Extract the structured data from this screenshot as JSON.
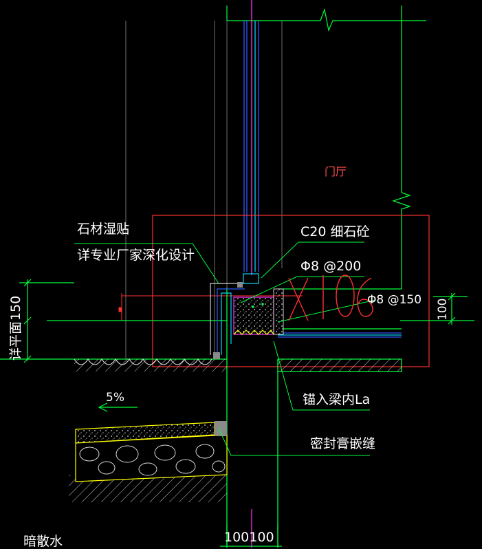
{
  "labels": {
    "room": "门厅",
    "stone_1": "石材湿贴",
    "stone_2": "详专业厂家深化设计",
    "concrete": "C20 细石砼",
    "rebar_200": "Φ8 @200",
    "rebar_150": "Φ8 @150",
    "dim_100_right": "100",
    "dim_150": "150",
    "plan_ref": "详平面",
    "anchor": "锚入梁内La",
    "slope": "5%",
    "seal": "密封膏嵌缝",
    "dim_bottom": "100100",
    "drain": "暗散水"
  },
  "colors": {
    "background": "#000000",
    "green": "#00ff3c",
    "white": "#ffffff",
    "red": "#ff3030",
    "blue": "#2f5bff",
    "magenta": "#ff33ff",
    "yellow": "#ffff00",
    "cyan": "#00d8ff",
    "grey": "#8a8a8a"
  }
}
